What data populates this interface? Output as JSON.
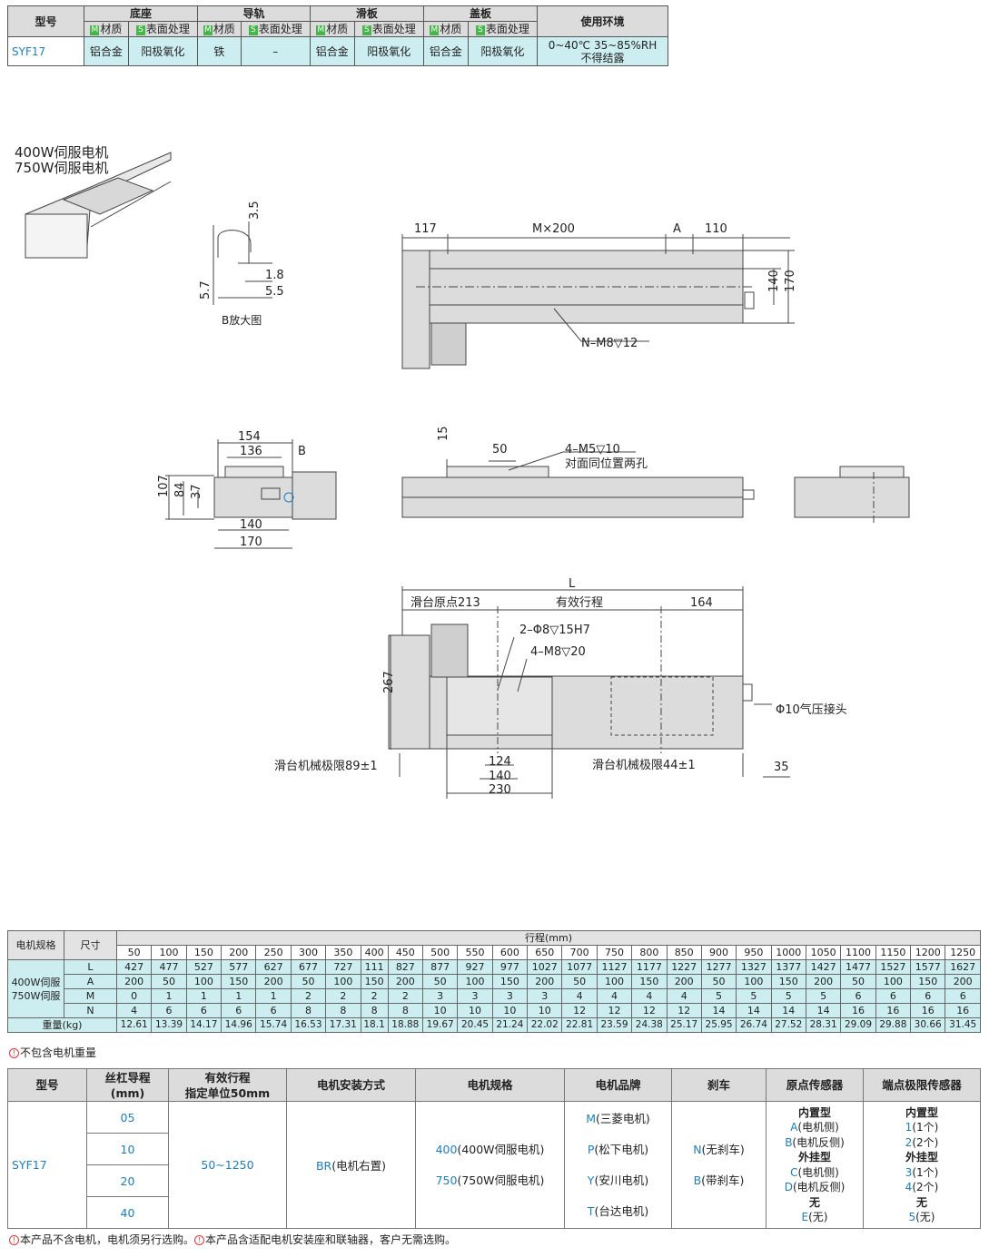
{
  "materials": {
    "headers": {
      "model": "型号",
      "base": "底座",
      "rail": "导轨",
      "slider": "滑板",
      "cover": "盖板",
      "env": "使用环境"
    },
    "sub": {
      "m_tag": "M",
      "s_tag": "S",
      "material": "材质",
      "surface": "表面处理"
    },
    "row": {
      "model": "SYF17",
      "base_mat": "铝合金",
      "base_surf": "阳极氧化",
      "rail_mat": "铁",
      "rail_surf": "–",
      "slider_mat": "铝合金",
      "slider_surf": "阳极氧化",
      "cover_mat": "铝合金",
      "cover_surf": "阳极氧化",
      "env_line1": "0~40℃  35~85%RH",
      "env_line2": "不得结露"
    }
  },
  "drawing": {
    "motor_line1": "400W伺服电机",
    "motor_line2": "750W伺服电机",
    "detail_caption": "B放大图",
    "d_3_5": "3.5",
    "d_5_7": "5.7",
    "d_1_8": "1.8",
    "d_5_5": "5.5",
    "top": {
      "d117": "117",
      "dM": "M×200",
      "dA": "A",
      "d110": "110",
      "d140": "140",
      "d170": "170",
      "hole": "N–M8▽12"
    },
    "end": {
      "d154": "154",
      "d136": "136",
      "B": "B",
      "d107": "107",
      "d84": "84",
      "d37": "37",
      "d140": "140",
      "d170": "170"
    },
    "side": {
      "d15": "15",
      "d50": "50",
      "hole1": "4–M5▽10",
      "hole2": "对面同位置两孔"
    },
    "plan": {
      "L": "L",
      "origin": "滑台原点213",
      "stroke": "有效行程",
      "d164": "164",
      "pin": "2–Φ8▽15H7",
      "tap": "4–M8▽20",
      "d267": "267",
      "air": "Φ10气压接头",
      "lim1": "滑台机械极限89±1",
      "lim2": "滑台机械极限44±1",
      "d35": "35",
      "d124": "124",
      "d140": "140",
      "d230": "230"
    }
  },
  "dims": {
    "h_motor": "电机规格",
    "h_size": "尺寸",
    "h_stroke": "行程(mm)",
    "motor1": "400W伺服",
    "motor2": "750W伺服",
    "strokes": [
      "50",
      "100",
      "150",
      "200",
      "250",
      "300",
      "350",
      "400",
      "450",
      "500",
      "550",
      "600",
      "650",
      "700",
      "750",
      "800",
      "850",
      "900",
      "950",
      "1000",
      "1050",
      "1100",
      "1150",
      "1200",
      "1250"
    ],
    "rows": [
      {
        "name": "L",
        "values": [
          "427",
          "477",
          "527",
          "577",
          "627",
          "677",
          "727",
          "111",
          "827",
          "877",
          "927",
          "977",
          "1027",
          "1077",
          "1127",
          "1177",
          "1227",
          "1277",
          "1327",
          "1377",
          "1427",
          "1477",
          "1527",
          "1577",
          "1627"
        ]
      },
      {
        "name": "A",
        "values": [
          "200",
          "50",
          "100",
          "150",
          "200",
          "50",
          "100",
          "150",
          "200",
          "50",
          "100",
          "150",
          "200",
          "50",
          "100",
          "150",
          "200",
          "50",
          "100",
          "150",
          "200",
          "50",
          "100",
          "150",
          "200"
        ]
      },
      {
        "name": "M",
        "values": [
          "0",
          "1",
          "1",
          "1",
          "1",
          "2",
          "2",
          "2",
          "2",
          "3",
          "3",
          "3",
          "3",
          "4",
          "4",
          "4",
          "4",
          "5",
          "5",
          "5",
          "5",
          "6",
          "6",
          "6",
          "6"
        ]
      },
      {
        "name": "N",
        "values": [
          "4",
          "6",
          "6",
          "6",
          "6",
          "8",
          "8",
          "8",
          "8",
          "10",
          "10",
          "10",
          "10",
          "12",
          "12",
          "12",
          "12",
          "14",
          "14",
          "14",
          "14",
          "16",
          "16",
          "16",
          "16"
        ]
      },
      {
        "name": "重量(kg)",
        "values": [
          "12.61",
          "13.39",
          "14.17",
          "14.96",
          "15.74",
          "16.53",
          "17.31",
          "18.1",
          "18.88",
          "19.67",
          "20.45",
          "21.24",
          "22.02",
          "22.81",
          "23.59",
          "24.38",
          "25.17",
          "25.95",
          "26.74",
          "27.52",
          "28.31",
          "29.09",
          "29.88",
          "30.66",
          "31.45"
        ]
      }
    ],
    "note": "不包含电机重量"
  },
  "order": {
    "headers": [
      "型号",
      "丝杠导程",
      "(mm)",
      "有效行程",
      "指定单位50mm",
      "电机安装方式",
      "电机规格",
      "电机品牌",
      "刹车",
      "原点传感器",
      "端点极限传感器"
    ],
    "model": "SYF17",
    "leads": [
      "05",
      "10",
      "20",
      "40"
    ],
    "stroke": "50~1250",
    "mount_code": "BR",
    "mount_text": "(电机右置)",
    "spec": [
      {
        "code": "400",
        "text": "(400W伺服电机)"
      },
      {
        "code": "750",
        "text": "(750W伺服电机)"
      }
    ],
    "brand": [
      {
        "code": "M",
        "text": "(三菱电机)"
      },
      {
        "code": "P",
        "text": "(松下电机)"
      },
      {
        "code": "Y",
        "text": "(安川电机)"
      },
      {
        "code": "T",
        "text": "(台达电机)"
      }
    ],
    "brake": [
      {
        "code": "N",
        "text": "(无刹车)"
      },
      {
        "code": "B",
        "text": "(带刹车)"
      }
    ],
    "origin": {
      "t1": "内置型",
      "a": "A",
      "at": "(电机侧)",
      "b": "B",
      "bt": "(电机反侧)",
      "t2": "外挂型",
      "c": "C",
      "ct": "(电机侧)",
      "d": "D",
      "dt": "(电机反侧)",
      "t3": "无",
      "e": "E",
      "et": "(无)"
    },
    "limit": {
      "t1": "内置型",
      "a": "1",
      "at": "(1个)",
      "b": "2",
      "bt": "(2个)",
      "t2": "外挂型",
      "c": "3",
      "ct": "(1个)",
      "d": "4",
      "dt": "(2个)",
      "t3": "无",
      "e": "5",
      "et": "(无)"
    },
    "note_a": "本产品不含电机，电机须另行选购。",
    "note_b": "本产品含适配电机安装座和联轴器，客户无需选购。"
  }
}
